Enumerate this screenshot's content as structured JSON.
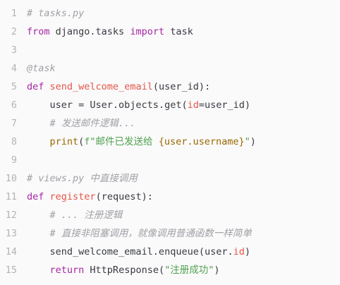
{
  "code": {
    "filename_comment": "# tasks.py",
    "lines": [
      {
        "num": "1",
        "tokens": [
          {
            "t": "cm",
            "v": "# tasks.py"
          }
        ]
      },
      {
        "num": "2",
        "tokens": [
          {
            "t": "kw",
            "v": "from"
          },
          {
            "t": "pl",
            "v": " django.tasks "
          },
          {
            "t": "kw",
            "v": "import"
          },
          {
            "t": "pl",
            "v": " task"
          }
        ]
      },
      {
        "num": "3",
        "tokens": []
      },
      {
        "num": "4",
        "tokens": [
          {
            "t": "cm",
            "v": "@task"
          }
        ]
      },
      {
        "num": "5",
        "tokens": [
          {
            "t": "kw",
            "v": "def"
          },
          {
            "t": "pl",
            "v": " "
          },
          {
            "t": "fn",
            "v": "send_welcome_email"
          },
          {
            "t": "pl",
            "v": "(user_id):"
          }
        ]
      },
      {
        "num": "6",
        "tokens": [
          {
            "t": "pl",
            "v": "    user = User.objects.get("
          },
          {
            "t": "arg",
            "v": "id"
          },
          {
            "t": "pl",
            "v": "=user_id)"
          }
        ]
      },
      {
        "num": "7",
        "tokens": [
          {
            "t": "pl",
            "v": "    "
          },
          {
            "t": "cm",
            "v": "# 发送邮件逻辑..."
          }
        ]
      },
      {
        "num": "8",
        "tokens": [
          {
            "t": "pl",
            "v": "    "
          },
          {
            "t": "fbr",
            "v": "print"
          },
          {
            "t": "pl",
            "v": "("
          },
          {
            "t": "str",
            "v": "f\"邮件已发送给 "
          },
          {
            "t": "fbr",
            "v": "{user.username}"
          },
          {
            "t": "str",
            "v": "\""
          },
          {
            "t": "pl",
            "v": ")"
          }
        ]
      },
      {
        "num": "9",
        "tokens": []
      },
      {
        "num": "10",
        "tokens": [
          {
            "t": "cm",
            "v": "# views.py 中直接调用"
          }
        ]
      },
      {
        "num": "11",
        "tokens": [
          {
            "t": "kw",
            "v": "def"
          },
          {
            "t": "pl",
            "v": " "
          },
          {
            "t": "fn",
            "v": "register"
          },
          {
            "t": "pl",
            "v": "(request):"
          }
        ]
      },
      {
        "num": "12",
        "tokens": [
          {
            "t": "pl",
            "v": "    "
          },
          {
            "t": "cm",
            "v": "# ... 注册逻辑"
          }
        ]
      },
      {
        "num": "13",
        "tokens": [
          {
            "t": "pl",
            "v": "    "
          },
          {
            "t": "cm",
            "v": "# 直接非阻塞调用，就像调用普通函数一样简单"
          }
        ]
      },
      {
        "num": "14",
        "tokens": [
          {
            "t": "pl",
            "v": "    send_welcome_email.enqueue(user."
          },
          {
            "t": "fn",
            "v": "id"
          },
          {
            "t": "pl",
            "v": ")"
          }
        ]
      },
      {
        "num": "15",
        "tokens": [
          {
            "t": "pl",
            "v": "    "
          },
          {
            "t": "kw",
            "v": "return"
          },
          {
            "t": "pl",
            "v": " HttpResponse("
          },
          {
            "t": "str",
            "v": "\"注册成功\""
          },
          {
            "t": "pl",
            "v": ")"
          }
        ]
      }
    ]
  }
}
